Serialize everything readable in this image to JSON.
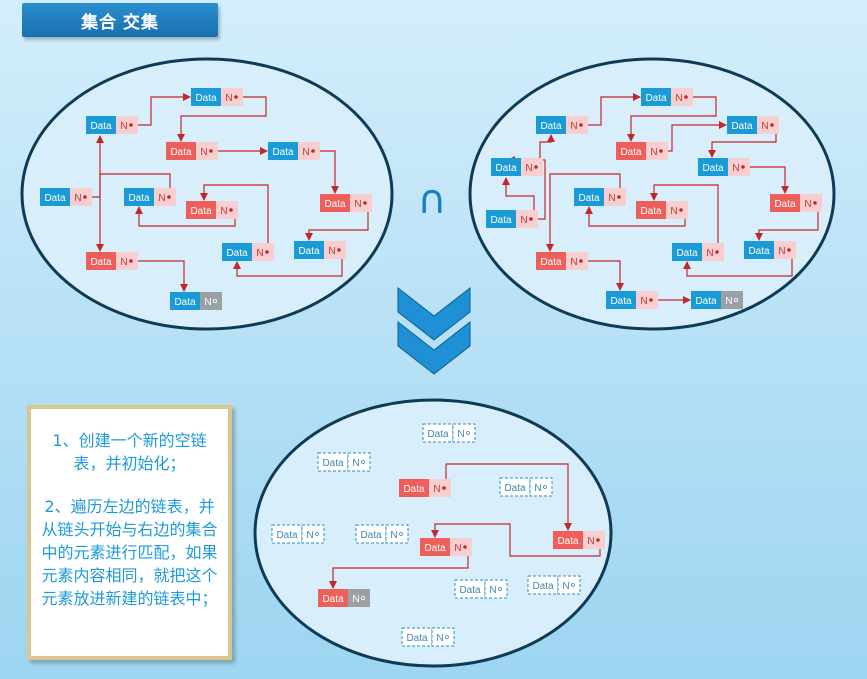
{
  "title": "集合 交集",
  "operator_symbol": "∩",
  "node": {
    "data_label": "Data",
    "next_label": "N"
  },
  "colors": {
    "blue": "#1a9ad6",
    "red": "#ee5f5b",
    "pink": "#f8cfd1",
    "null_gray": "#9aa0a4",
    "arrow": "#c0282a",
    "title_bg": "#1f7cbf",
    "note_text": "#1e9bd7"
  },
  "description": {
    "step1": "1、创建一个新的空链表，并初始化；",
    "step2": "2、遍历左边的链表，并从链头开始与右边的集合中的元素进行匹配，如果元素内容相同，就把这个元素放进新建的链表中；"
  }
}
